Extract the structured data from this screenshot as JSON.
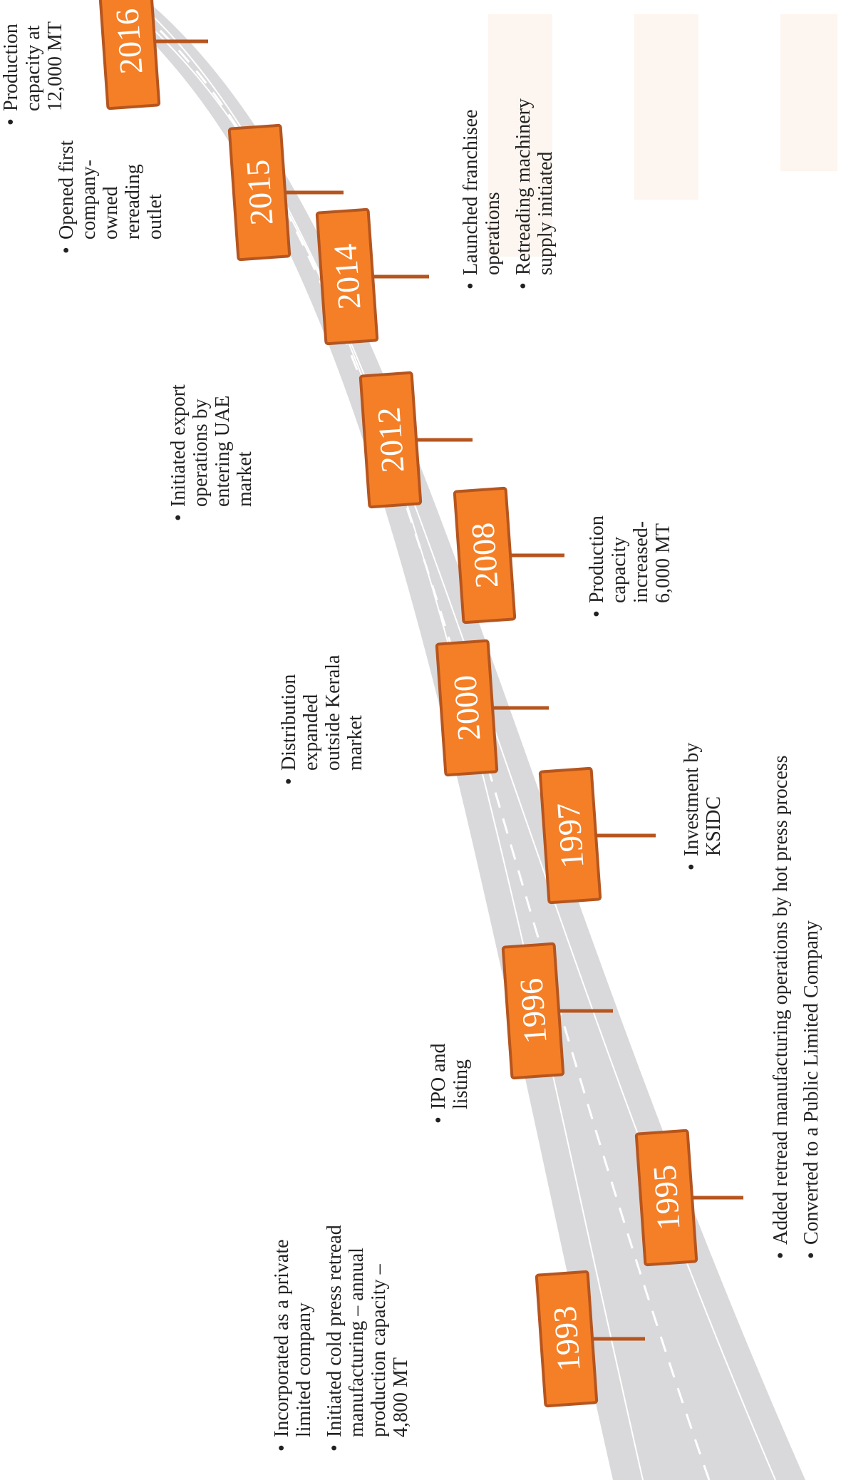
{
  "colors": {
    "road": "#d9d9db",
    "road_edge": "#ffffff",
    "sign_fill": "#f47f27",
    "sign_border": "#b6551e",
    "post": "#b6551e",
    "text": "#222222"
  },
  "milestones": [
    {
      "year": "1993",
      "notes": [
        "Incorporated as a private limited company",
        "Initiated cold press retread manufacturing – annual production capacity – 4,800 MT"
      ]
    },
    {
      "year": "1995",
      "notes": [
        "Added retread manufacturing operations by hot press process",
        "Converted to a Public Limited Company"
      ]
    },
    {
      "year": "1996",
      "notes": [
        "IPO and listing"
      ]
    },
    {
      "year": "1997",
      "notes": [
        "Investment by KSIDC"
      ]
    },
    {
      "year": "2000",
      "notes": [
        "Distribution expanded outside Kerala market"
      ]
    },
    {
      "year": "2008",
      "notes": [
        "Production capacity increased-6,000 MT"
      ]
    },
    {
      "year": "2012",
      "notes": [
        "Initiated export operations by entering UAE market"
      ]
    },
    {
      "year": "2014",
      "notes": [
        "Launched franchisee operations",
        "Retreading machinery supply initiated"
      ]
    },
    {
      "year": "2015",
      "notes": [
        "Opened first company-owned rereading outlet"
      ]
    },
    {
      "year": "2016",
      "notes": [
        "Production capacity at 12,000 MT"
      ]
    }
  ]
}
